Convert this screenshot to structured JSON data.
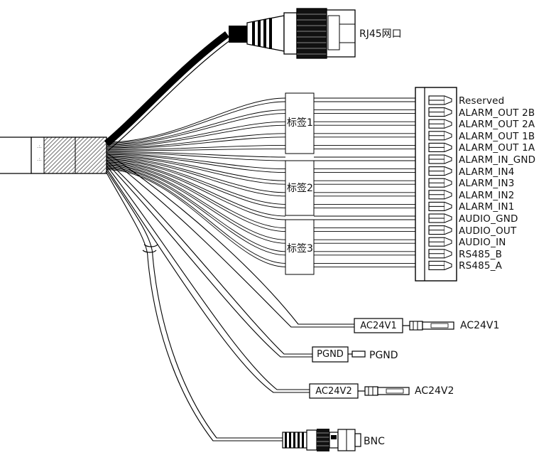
{
  "rj45": {
    "label": "RJ45网口"
  },
  "terminal": {
    "pins": [
      "Reserved",
      "ALARM_OUT 2B",
      "ALARM_OUT 2A",
      "ALARM_OUT 1B",
      "ALARM_OUT 1A",
      "ALARM_IN_GND",
      "ALARM_IN4",
      "ALARM_IN3",
      "ALARM_IN2",
      "ALARM_IN1",
      "AUDIO_GND",
      "AUDIO_OUT",
      "AUDIO_IN",
      "RS485_B",
      "RS485_A"
    ]
  },
  "tags": [
    "标签1",
    "标签2",
    "标签3"
  ],
  "power": {
    "ac24v1": {
      "box": "AC24V1",
      "label": "AC24V1"
    },
    "pgnd": {
      "box": "PGND",
      "label": "PGND"
    },
    "ac24v2": {
      "box": "AC24V2",
      "label": "AC24V2"
    }
  },
  "bnc": {
    "label": "BNC"
  }
}
